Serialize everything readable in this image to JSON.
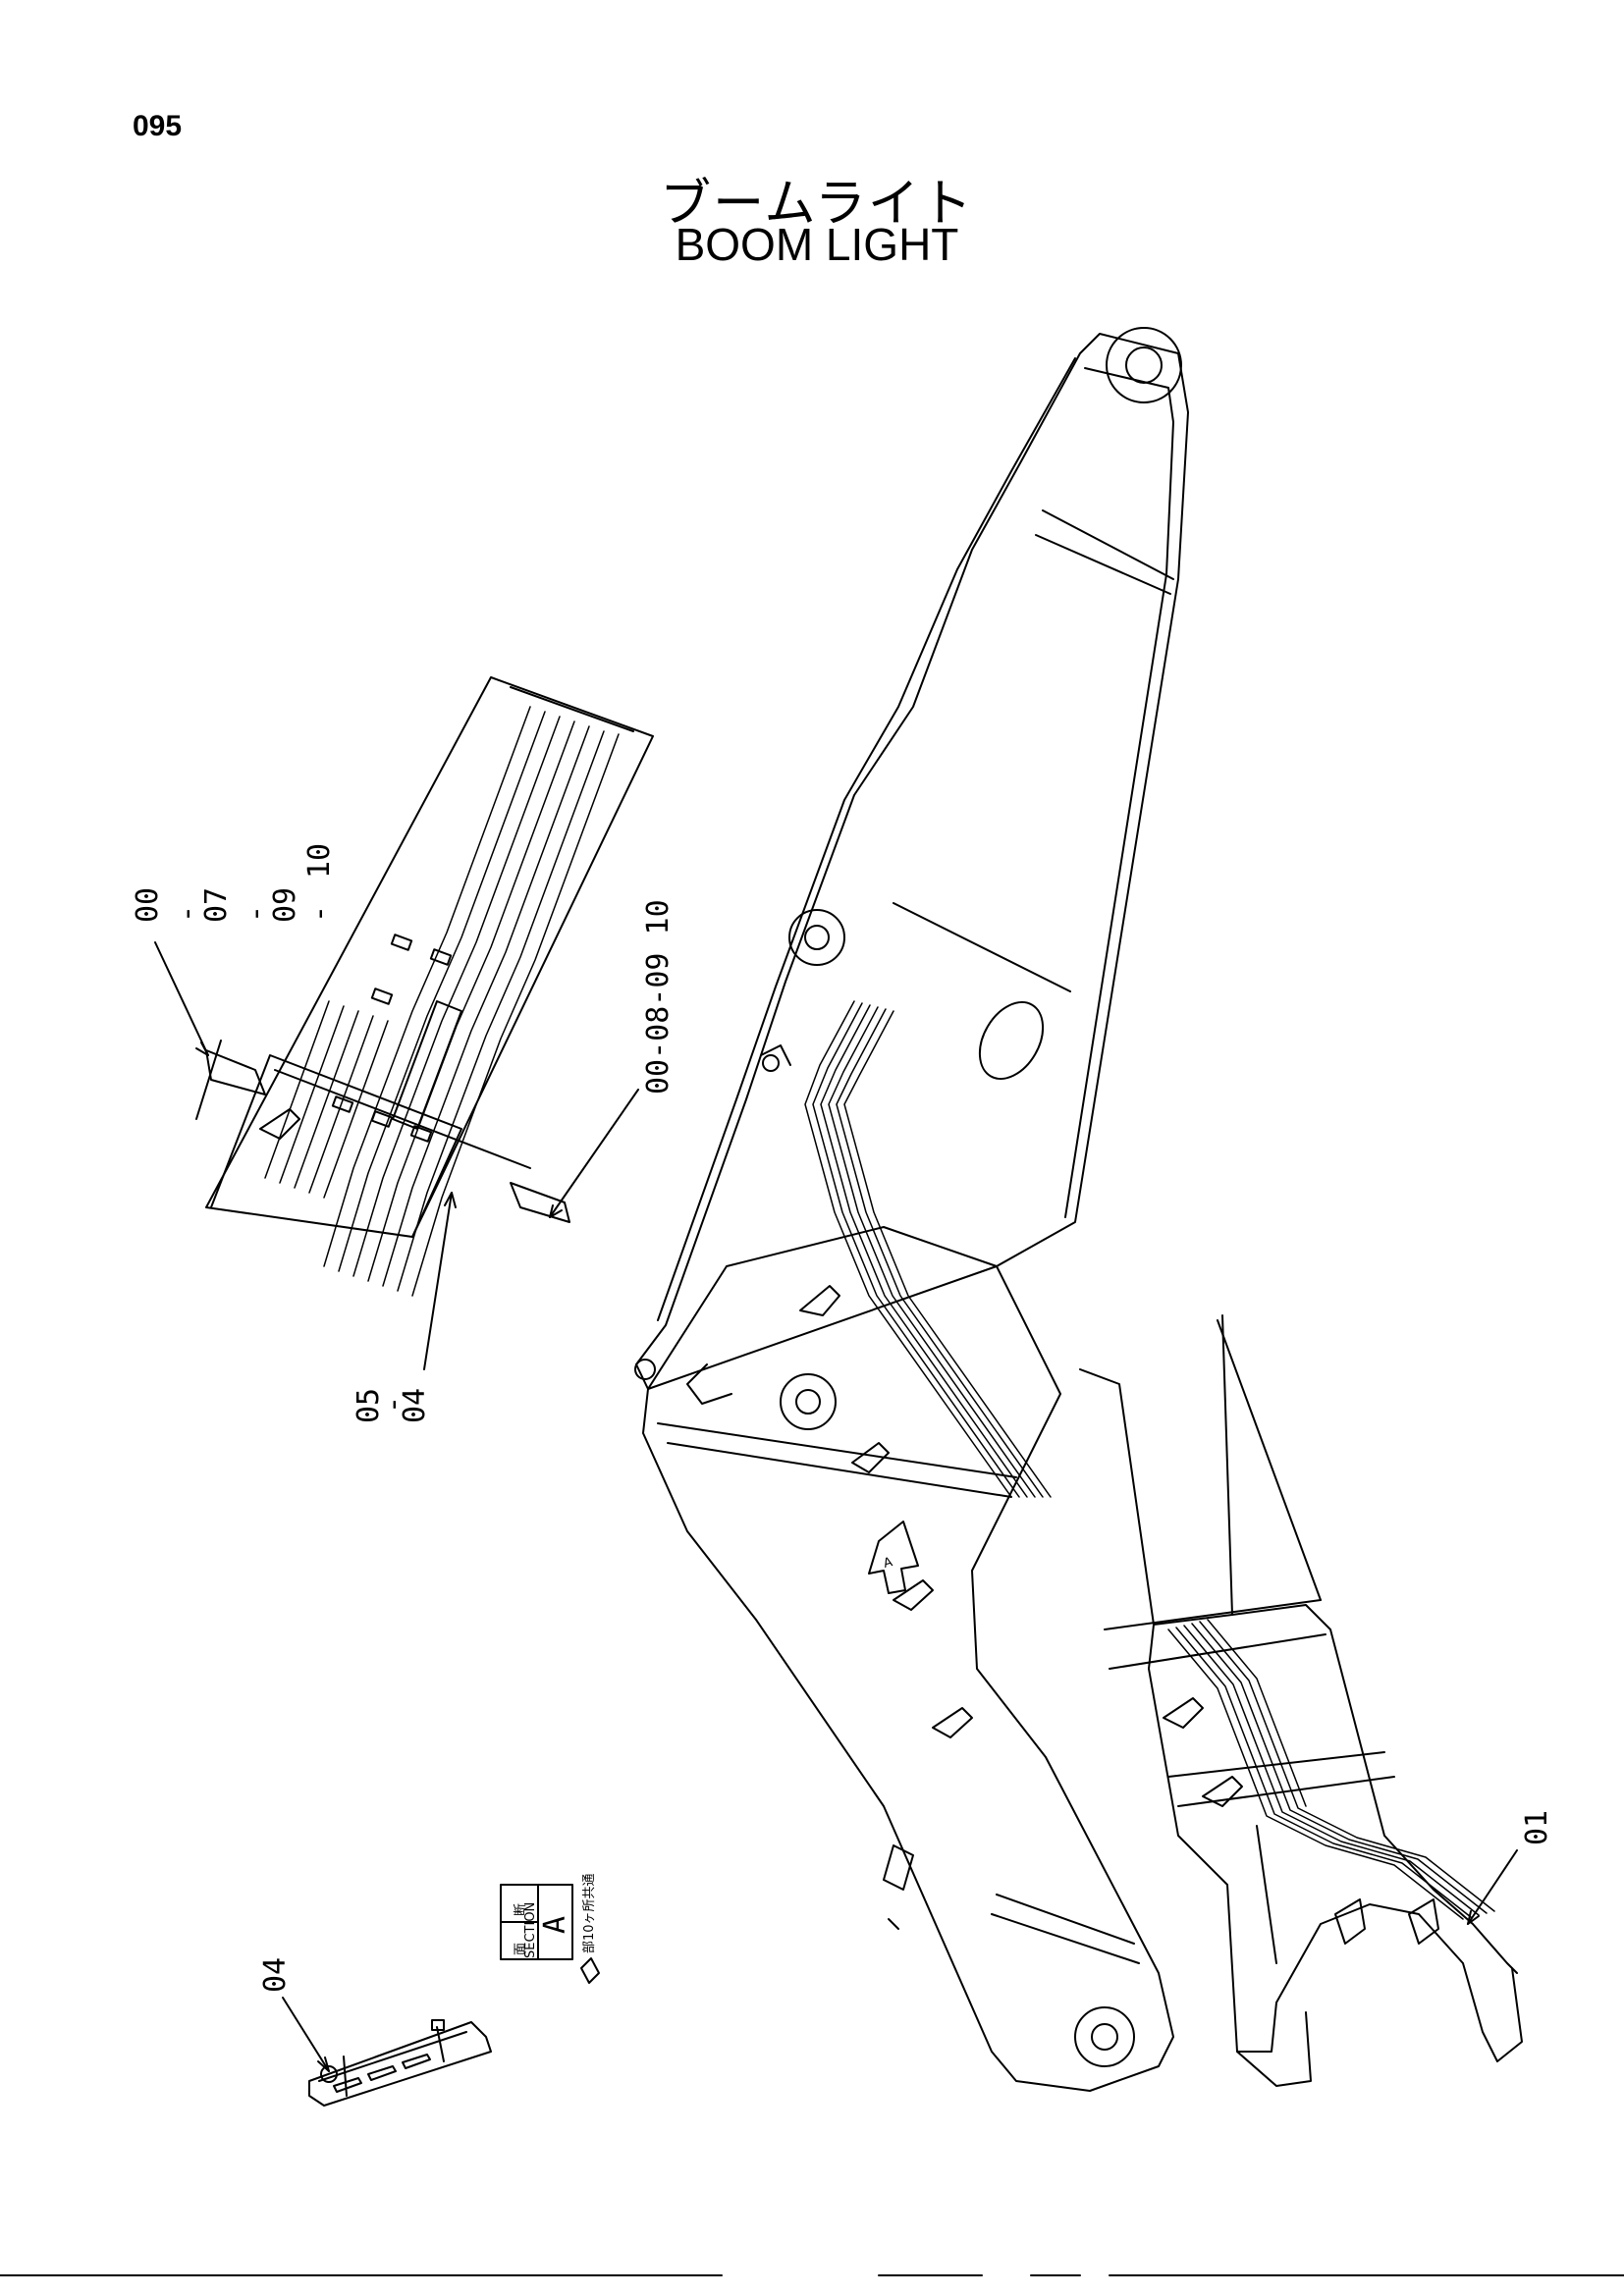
{
  "page_number": "095",
  "title_ja": "ブームライト",
  "title_en": "BOOM LIGHT",
  "callouts": {
    "top_left_a": "00",
    "top_left_b": "07",
    "top_left_c": "09",
    "top_left_d": "10",
    "top_right": "00-08-09 10",
    "bottom_a": "05",
    "bottom_b": "04",
    "right_01": "01",
    "lower_left_04": "04",
    "dash": "-"
  },
  "section_box": {
    "kanji_1": "断",
    "kanji_2": "面",
    "label": "SECTION",
    "letter": "A",
    "note": "部10ヶ所共通"
  },
  "view_arrow_letter": "A"
}
